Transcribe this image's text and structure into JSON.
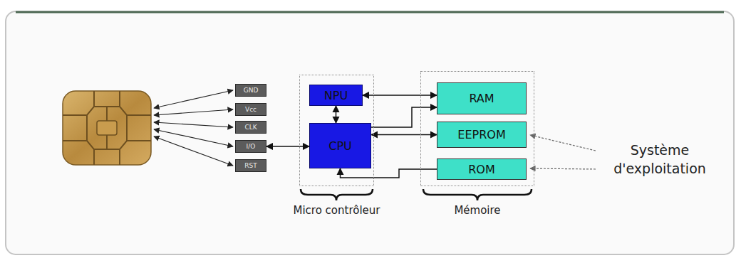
{
  "diagram": {
    "nodes": [
      {
        "text": [
          "GND"
        ]
      },
      {
        "text": [
          "Vcc"
        ]
      },
      {
        "text": [
          "CLK"
        ]
      },
      {
        "text": [
          "I/O"
        ]
      },
      {
        "text": [
          "RST"
        ]
      },
      {
        "text": [
          "Micro contrôleur"
        ]
      },
      {
        "text": [
          "NPU"
        ],
        "in": 5
      },
      {
        "text": [
          "CPU"
        ],
        "in": 5
      },
      {
        "text": [
          "Mémoire"
        ]
      },
      {
        "text": [
          "RAM"
        ],
        "in": 8
      },
      {
        "text": [
          "EEPROM"
        ],
        "in": 8
      },
      {
        "text": [
          "ROM"
        ],
        "in": 8
      }
    ],
    "edges": [
      {
        "from": 3,
        "to": 7,
        "arrow": "both"
      },
      {
        "from": 6,
        "to": 9,
        "arrow": "both"
      },
      {
        "from": 6,
        "to": 7,
        "arrow": "both"
      },
      {
        "from": 7,
        "to": 9,
        "arrow": "to"
      },
      {
        "from": 7,
        "to": 10,
        "arrow": "both"
      },
      {
        "from": 11,
        "to": 7,
        "arrow": "to"
      }
    ],
    "labels": [
      "Système d'exploitation"
    ]
  }
}
